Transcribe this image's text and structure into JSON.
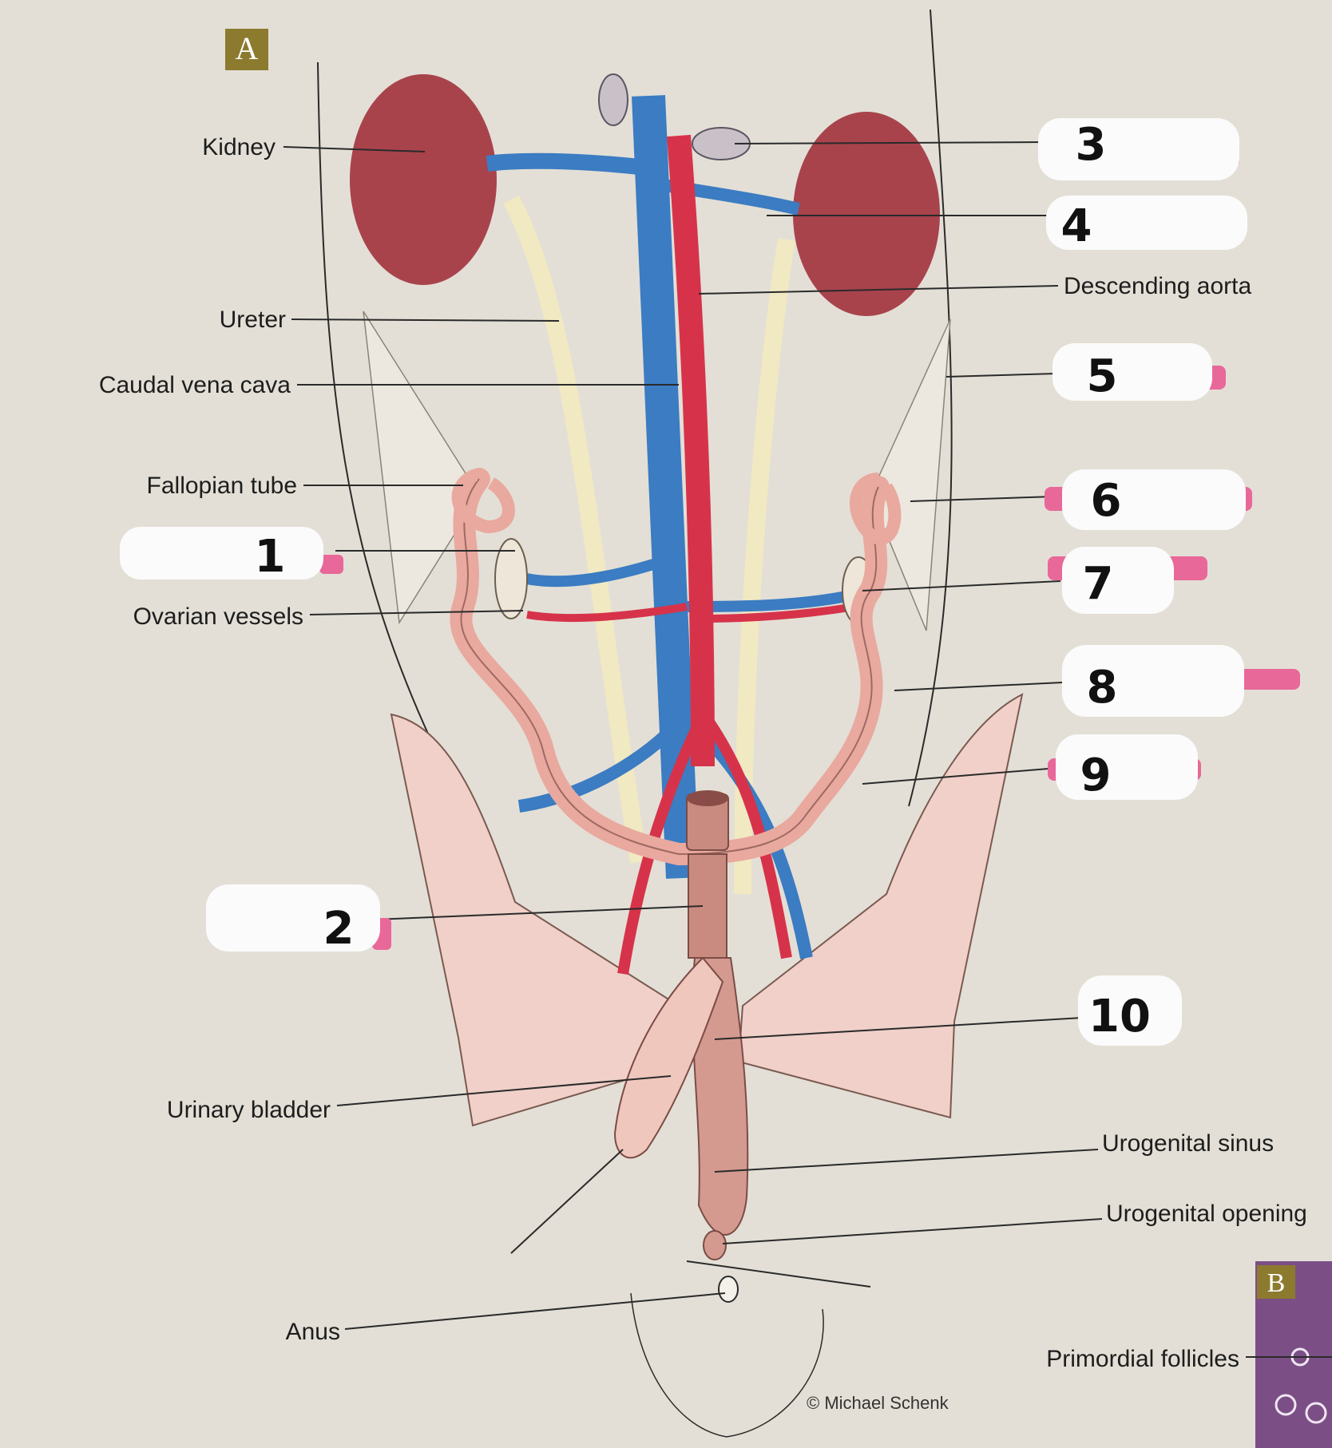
{
  "panel_a_letter": "A",
  "panel_b_letter": "B",
  "labels": {
    "kidney": "Kidney",
    "ureter": "Ureter",
    "caudal_vena_cava": "Caudal vena cava",
    "fallopian_tube": "Fallopian tube",
    "ovarian_vessels": "Ovarian vessels",
    "urinary_bladder": "Urinary bladder",
    "anus": "Anus",
    "descending_aorta": "Descending aorta",
    "urogenital_sinus": "Urogenital sinus",
    "urogenital_opening": "Urogenital opening",
    "primordial_follicles": "Primordial follicles"
  },
  "numbered_labels": [
    "1",
    "2",
    "3",
    "4",
    "5",
    "6",
    "7",
    "8",
    "9",
    "10"
  ],
  "copyright": "© Michael Schenk",
  "colors": {
    "kidney": "#a8434c",
    "vein": "#3b7cc2",
    "artery": "#d6334a",
    "ureter": "#f1e9c2",
    "reproductive": "#e9a99f",
    "bladder": "#efc7bd",
    "pelvis": "#f0d0c8",
    "mask": "#fbfbfb",
    "tab": "#e8689a"
  }
}
